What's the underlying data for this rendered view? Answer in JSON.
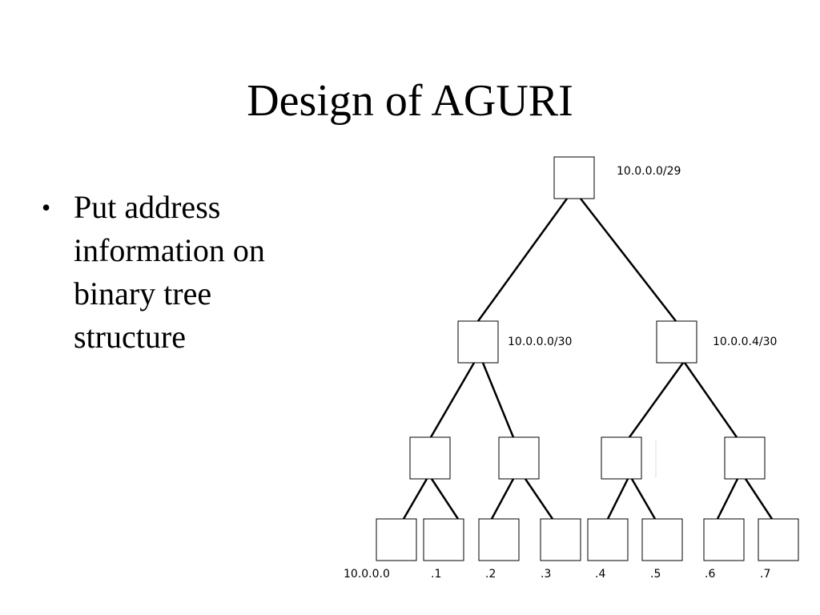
{
  "slide": {
    "title": "Design of AGURI",
    "bullets": [
      "Put address information on binary tree structure"
    ]
  },
  "tree": {
    "root": {
      "label": "10.0.0.0/29"
    },
    "level1": [
      {
        "label": "10.0.0.0/30"
      },
      {
        "label": "10.0.0.4/30"
      }
    ],
    "leaves": [
      {
        "label": "10.0.0.0"
      },
      {
        "label": ".1"
      },
      {
        "label": ".2"
      },
      {
        "label": ".3"
      },
      {
        "label": ".4"
      },
      {
        "label": ".5"
      },
      {
        "label": ".6"
      },
      {
        "label": ".7"
      }
    ]
  },
  "colors": {
    "stroke": "#000000",
    "background": "#ffffff"
  }
}
